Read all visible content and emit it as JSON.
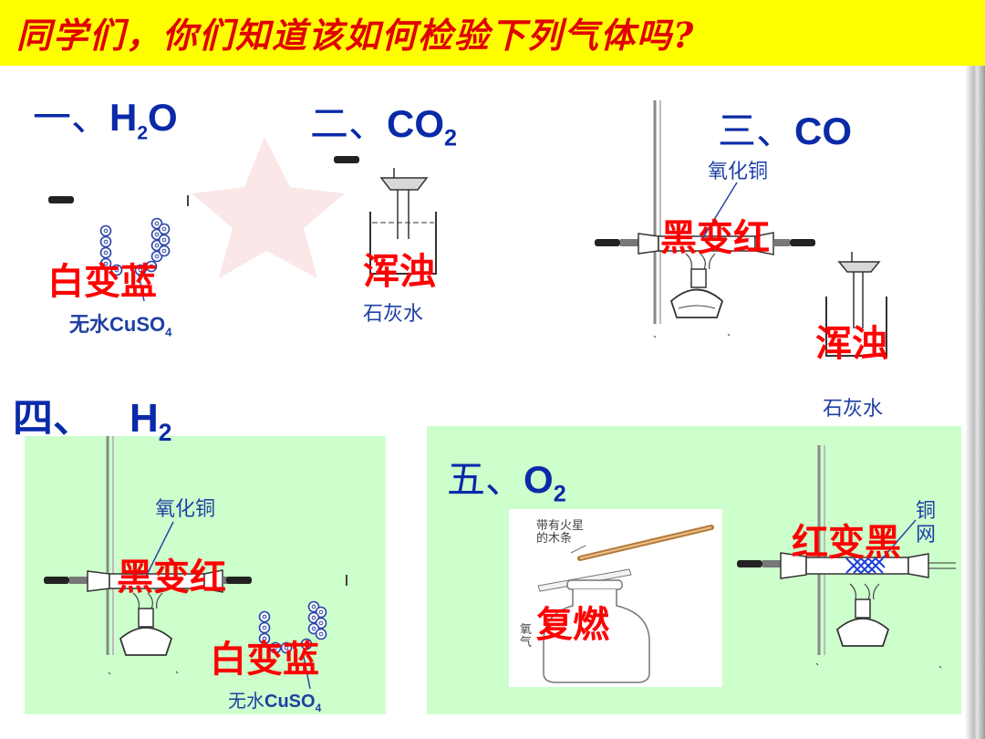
{
  "title": "同学们，你们知道该如何检验下列气体吗?",
  "sections": {
    "h2o": {
      "heading_prefix": "一、",
      "formula_base": "H",
      "formula_sub": "2",
      "formula_tail": "O",
      "result": "白变蓝",
      "reagent_base": "无水CuSO",
      "reagent_sub": "4"
    },
    "co2": {
      "heading_prefix": "二、",
      "formula_base": "CO",
      "formula_sub": "2",
      "result": "浑浊",
      "reagent": "石灰水"
    },
    "co": {
      "heading_prefix": "三、",
      "formula": "CO",
      "label_oxide": "氧化铜",
      "result_tube": "黑变红",
      "result_beaker": "浑浊",
      "reagent": "石灰水"
    },
    "h2": {
      "heading_prefix": "四、",
      "formula_base": "H",
      "formula_sub": "2",
      "label_oxide": "氧化铜",
      "result_tube": "黑变红",
      "result_cuso4": "白变蓝",
      "reagent_base": "无水",
      "reagent_bold": "CuSO",
      "reagent_sub": "4"
    },
    "o2": {
      "heading_prefix": "五、",
      "formula_base": "O",
      "formula_sub": "2",
      "splint_label_line1": "带有火星",
      "splint_label_line2": "的木条",
      "gas_label": "氧气",
      "result_splint": "复燃",
      "result_mesh": "红变黑",
      "label_mesh": "铜网"
    }
  },
  "colors": {
    "title_bg": "#ffff00",
    "title_text": "#e00000",
    "heading": "#0a2aa8",
    "result": "#ff0000",
    "panel_bg": "#ccffcc"
  }
}
